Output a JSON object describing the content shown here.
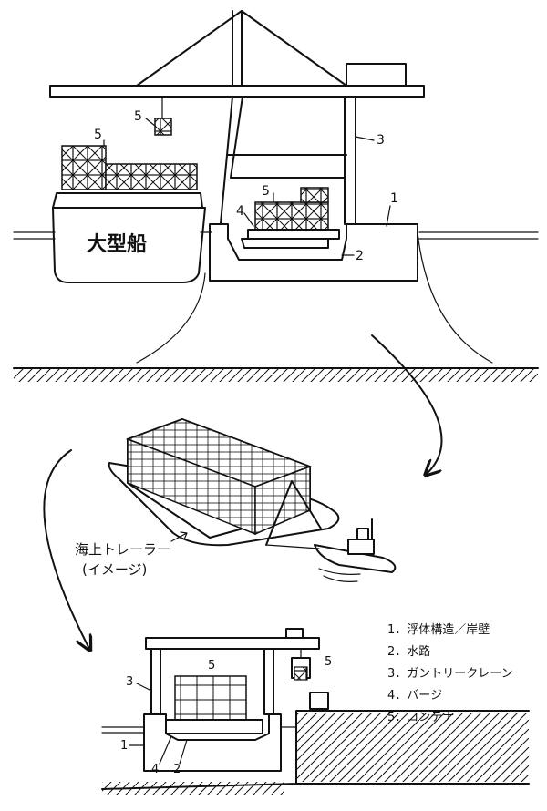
{
  "top_scene": {
    "ship_label": "大型船",
    "callouts": [
      "5",
      "5",
      "5",
      "3",
      "4",
      "2",
      "1"
    ]
  },
  "middle_scene": {
    "caption_line1": "海上トレーラー",
    "caption_line2": "(イメージ)"
  },
  "bottom_scene": {
    "callouts": [
      "5",
      "5",
      "3",
      "1",
      "4",
      "2"
    ]
  },
  "legend": {
    "items": [
      "1．浮体構造／岸壁",
      "2．水路",
      "3．ガントリークレーン",
      "4．バージ",
      "5．コンテナ"
    ]
  }
}
